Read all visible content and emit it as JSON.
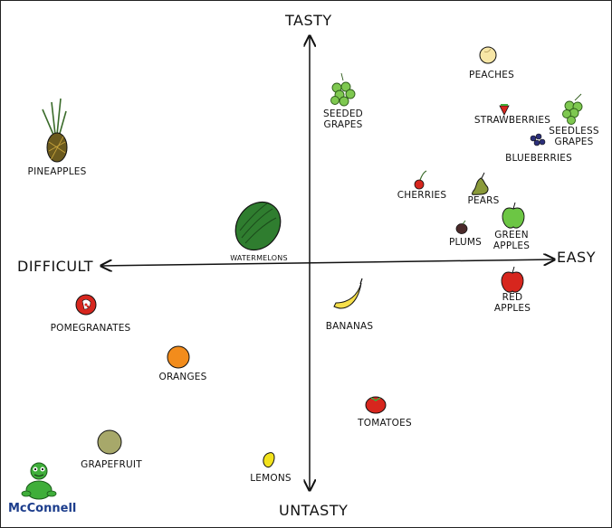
{
  "axes": {
    "top": "TASTY",
    "bottom": "UNTASTY",
    "left": "DIFFICULT",
    "right": "EASY"
  },
  "fruits": {
    "pineapples": "PINEAPPLES",
    "seeded_grapes": "SEEDED\nGRAPES",
    "peaches": "PEACHES",
    "strawberries": "STRAWBERRIES",
    "seedless_grapes": "SEEDLESS\nGRAPES",
    "blueberries": "BLUEBERRIES",
    "cherries": "CHERRIES",
    "pears": "PEARS",
    "plums": "PLUMS",
    "green_apples": "GREEN\nAPPLES",
    "watermelons": "WATERMELONS",
    "red_apples": "RED\nAPPLES",
    "pomegranates": "POMEGRANATES",
    "bananas": "BANANAS",
    "oranges": "ORANGES",
    "tomatoes": "TOMATOES",
    "grapefruit": "GRAPEFRUIT",
    "lemons": "LEMONS"
  },
  "watermark": "McConnell",
  "colors": {
    "axis": "#111111",
    "apple_red": "#d7261e",
    "green_apple": "#6cc644",
    "pear": "#8a9a3a",
    "orange": "#f28c1c",
    "lemon": "#f2e21c",
    "grapefruit": "#a7a86a",
    "watermelon": "#2f7d2f",
    "grape_green": "#7ec850",
    "blueberry": "#2b2f7a",
    "plum": "#4a2a2a",
    "peach": "#f7e6a6",
    "banana": "#f6df4a",
    "pineapple": "#6b5a1e",
    "turtle": "#3fae3a"
  }
}
